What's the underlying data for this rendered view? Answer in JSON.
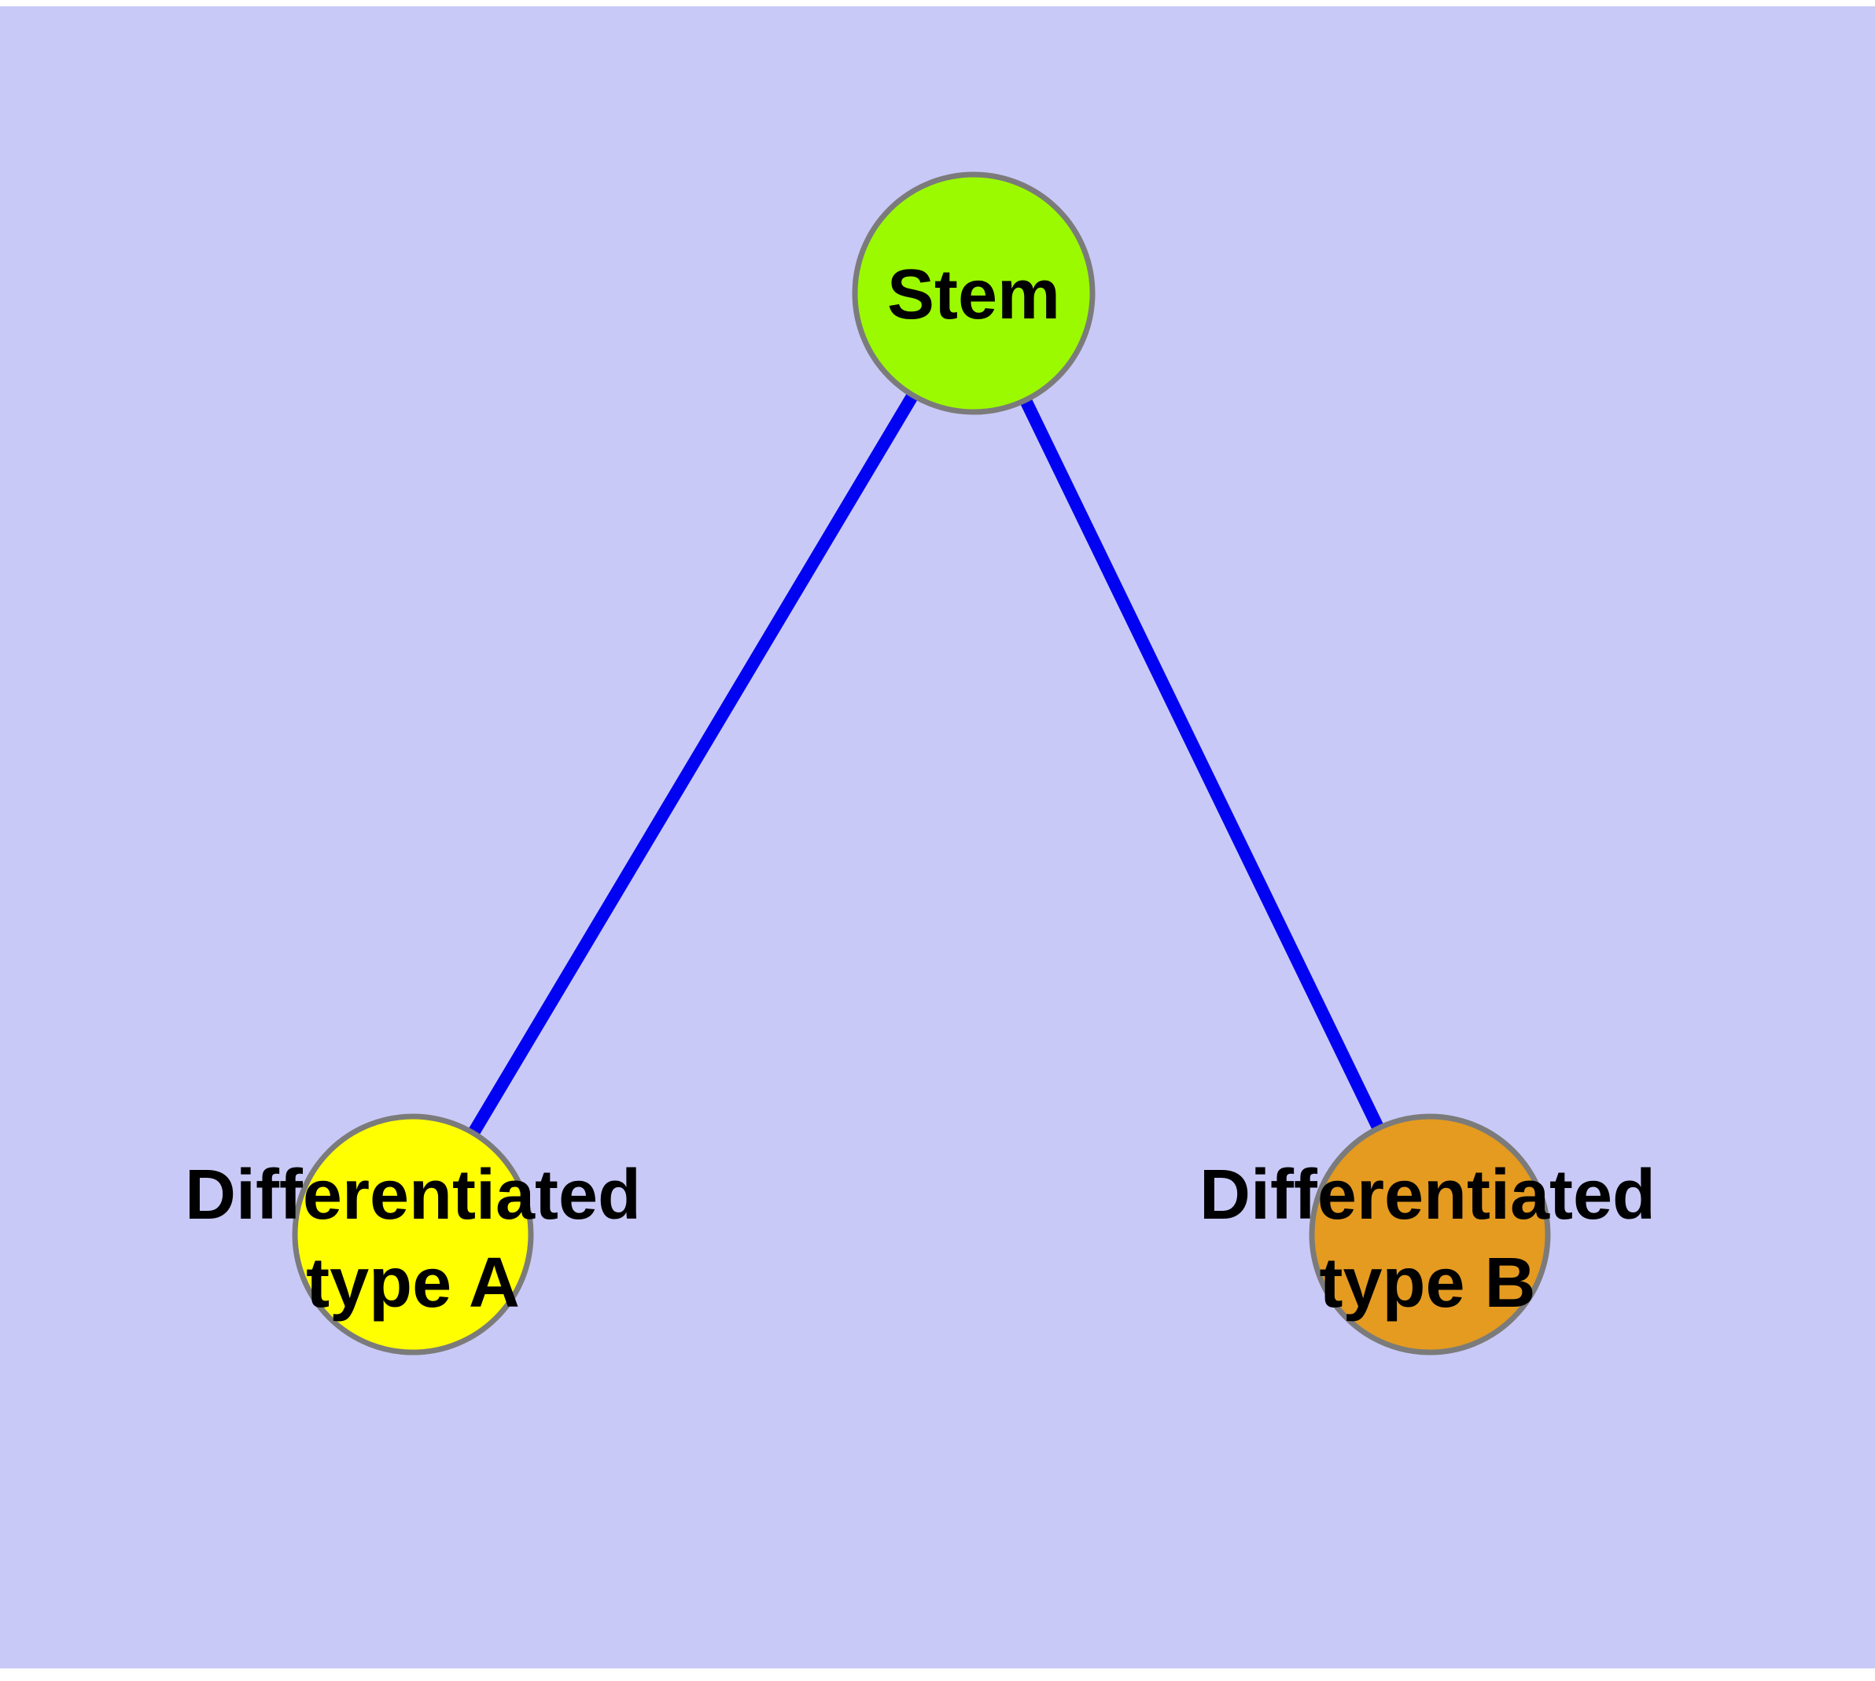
{
  "diagram": {
    "background_color": "#c9c9f7",
    "page_margin_color": "#ffffff",
    "edge_color": "#0202f2",
    "node_border_color": "#7b7b7b",
    "label_color": "#000000",
    "nodes": [
      {
        "id": "stem",
        "lines": [
          "Stem"
        ],
        "fill": "#9bfa00"
      },
      {
        "id": "type-a",
        "lines": [
          "Differentiated",
          "type A"
        ],
        "fill": "#ffff00"
      },
      {
        "id": "type-b",
        "lines": [
          "Differentiated",
          "type B"
        ],
        "fill": "#e49b20"
      }
    ],
    "edges": [
      {
        "from": "stem",
        "to": "type-a"
      },
      {
        "from": "stem",
        "to": "type-b"
      }
    ]
  }
}
